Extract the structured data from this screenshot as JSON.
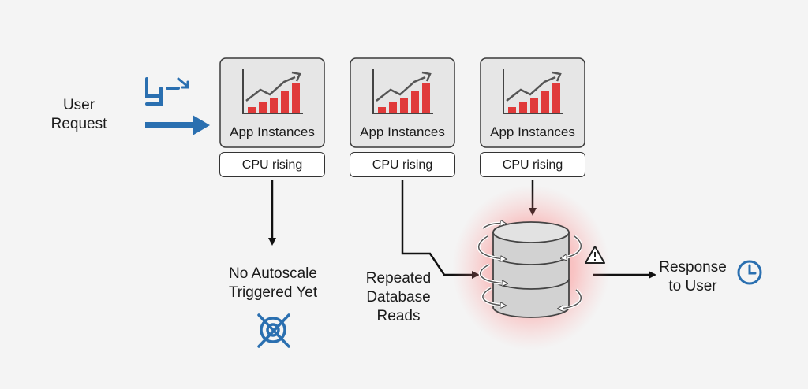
{
  "request": {
    "line1": "User",
    "line2": "Request"
  },
  "instances": [
    {
      "title": "App Instances",
      "status": "CPU rising"
    },
    {
      "title": "App Instances",
      "status": "CPU rising"
    },
    {
      "title": "App Instances",
      "status": "CPU rising"
    }
  ],
  "autoscale": {
    "line1": "No Autoscale",
    "line2": "Triggered Yet"
  },
  "db_reads": {
    "line1": "Repeated",
    "line2": "Database",
    "line3": "Reads"
  },
  "response": {
    "line1": "Response",
    "line2": "to User"
  },
  "colors": {
    "blue": "#2a6fb0",
    "red": "#e03a3a",
    "box_fill": "#e6e6e6",
    "glow": "#ff5b5b",
    "db_fill": "#d2d2d2"
  },
  "icons": [
    "pipe-arrow-icon",
    "trend-chart-icon",
    "blocked-icon",
    "warning-icon",
    "clock-icon",
    "cycle-arrows-icon"
  ]
}
